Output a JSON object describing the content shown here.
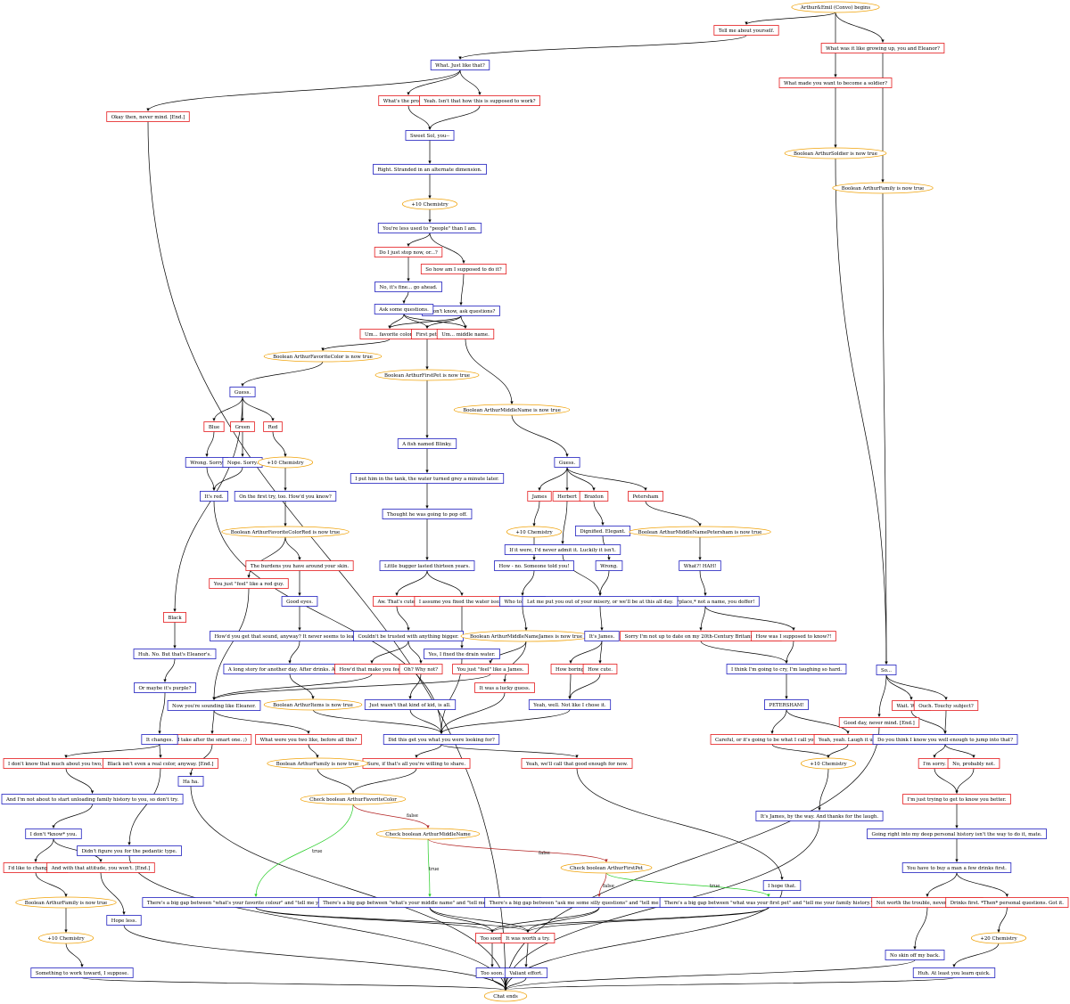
{
  "colors": {
    "player": "#e41a1c",
    "npc": "#1f1fbf",
    "event": "#f0a30a",
    "edge": "#000000",
    "edge_true": "#22cc22",
    "edge_false": "#b22222"
  },
  "nodes": [
    {
      "id": "start",
      "kind": "event",
      "text": "Arthur&Emil (Convo) begins"
    },
    {
      "id": "p_tell",
      "kind": "player",
      "text": "Tell me about yourself."
    },
    {
      "id": "p_grow",
      "kind": "player",
      "text": "What was it like growing up, you and Eleanor?"
    },
    {
      "id": "p_soldier",
      "kind": "player",
      "text": "What made you want to become a soldier?"
    },
    {
      "id": "n_what",
      "kind": "npc",
      "text": "What. Just like that?"
    },
    {
      "id": "p_problem",
      "kind": "player",
      "text": "What's the problem?"
    },
    {
      "id": "p_yeah_how",
      "kind": "player",
      "text": "Yeah. Isn't that how this is supposed to work?"
    },
    {
      "id": "p_okay_never",
      "kind": "player",
      "text": "Okay then, never mind. [End.]"
    },
    {
      "id": "n_sweet",
      "kind": "npc",
      "text": "Sweet Sol, you--"
    },
    {
      "id": "e_soldier",
      "kind": "event",
      "text": "Boolean ArthurSoldier is now true"
    },
    {
      "id": "e_family1",
      "kind": "event",
      "text": "Boolean ArthurFamily is now true"
    },
    {
      "id": "n_stranded",
      "kind": "npc",
      "text": "Right. Stranded in an alternate dimension."
    },
    {
      "id": "e_chem10a",
      "kind": "event",
      "text": "+10 Chemistry"
    },
    {
      "id": "n_less_used",
      "kind": "npc",
      "text": "You're less used to \"people\" than I am."
    },
    {
      "id": "p_just_stop",
      "kind": "player",
      "text": "Do I just stop now, or...?"
    },
    {
      "id": "p_how_am",
      "kind": "player",
      "text": "So how am I supposed to do it?"
    },
    {
      "id": "n_no_its",
      "kind": "npc",
      "text": "No, it's fine... go ahead."
    },
    {
      "id": "n_i_dont_know",
      "kind": "npc",
      "text": "I don't know, ask questions?"
    },
    {
      "id": "n_ask",
      "kind": "npc",
      "text": "Ask some questions."
    },
    {
      "id": "p_fav_color",
      "kind": "player",
      "text": "Um... favorite color?"
    },
    {
      "id": "p_first_pet",
      "kind": "player",
      "text": "First pet."
    },
    {
      "id": "p_middle",
      "kind": "player",
      "text": "Um... middle name."
    },
    {
      "id": "e_fav_color",
      "kind": "event",
      "text": "Boolean ArthurFavoriteColor is now true"
    },
    {
      "id": "e_first_pet",
      "kind": "event",
      "text": "Boolean ArthurFirstPet is now true"
    },
    {
      "id": "e_middle",
      "kind": "event",
      "text": "Boolean ArthurMiddleName is now true"
    },
    {
      "id": "n_guess1",
      "kind": "npc",
      "text": "Guess."
    },
    {
      "id": "p_blue",
      "kind": "player",
      "text": "Blue"
    },
    {
      "id": "p_green",
      "kind": "player",
      "text": "Green"
    },
    {
      "id": "p_red",
      "kind": "player",
      "text": "Red"
    },
    {
      "id": "n_wrong_sorry",
      "kind": "npc",
      "text": "Wrong. Sorry."
    },
    {
      "id": "n_nope_sorry",
      "kind": "npc",
      "text": "Nope. Sorry."
    },
    {
      "id": "e_chem10b",
      "kind": "event",
      "text": "+10 Chemistry"
    },
    {
      "id": "n_its_red",
      "kind": "npc",
      "text": "It's red."
    },
    {
      "id": "n_first_try",
      "kind": "npc",
      "text": "On the first try, too. How'd you know?"
    },
    {
      "id": "n_fish",
      "kind": "npc",
      "text": "A fish named Blinky."
    },
    {
      "id": "n_tank",
      "kind": "npc",
      "text": "I put him in the tank, the water turned grey a minute later."
    },
    {
      "id": "n_pop_off",
      "kind": "npc",
      "text": "Thought he was going to pop off."
    },
    {
      "id": "n_thirteen",
      "kind": "npc",
      "text": "Little bugger lasted thirteen years."
    },
    {
      "id": "p_aw_cute",
      "kind": "player",
      "text": "Aw. That's cute."
    },
    {
      "id": "p_assume",
      "kind": "player",
      "text": "I assume you fixed the water issue."
    },
    {
      "id": "e_colorred",
      "kind": "event",
      "text": "Boolean ArthurFavoriteColorRed is now true"
    },
    {
      "id": "p_red_guy",
      "kind": "player",
      "text": "You just \"feel\" like a red guy."
    },
    {
      "id": "p_burdens",
      "kind": "player",
      "text": "The burdens you have around your skin."
    },
    {
      "id": "n_good_eyes",
      "kind": "npc",
      "text": "Good eyes."
    },
    {
      "id": "n_how_sound",
      "kind": "npc",
      "text": "How'd you get that sound, anyway? It never seems to leave your side."
    },
    {
      "id": "n_long_story",
      "kind": "npc",
      "text": "A long story for another day. After drinks. Anyway."
    },
    {
      "id": "n_couldnt",
      "kind": "npc",
      "text": "Couldn't be trusted with anything bigger."
    },
    {
      "id": "p_how_feel",
      "kind": "player",
      "text": "How'd that make you feel?"
    },
    {
      "id": "p_oh_why",
      "kind": "player",
      "text": "Oh? Why not?"
    },
    {
      "id": "n_just_wasnt",
      "kind": "npc",
      "text": "Just wasn't that kind of kid, is all."
    },
    {
      "id": "n_fixed_drain",
      "kind": "npc",
      "text": "Yes, I fixed the drain water."
    },
    {
      "id": "e_arthur_true",
      "kind": "event",
      "text": "Boolean ArthurItems is now true"
    },
    {
      "id": "n_guess2",
      "kind": "npc",
      "text": "Guess."
    },
    {
      "id": "p_james",
      "kind": "player",
      "text": "James"
    },
    {
      "id": "p_herbert",
      "kind": "player",
      "text": "Herbert"
    },
    {
      "id": "p_braxton",
      "kind": "player",
      "text": "Braxton"
    },
    {
      "id": "p_petersham",
      "kind": "player",
      "text": "Petersham"
    },
    {
      "id": "e_chem10c",
      "kind": "event",
      "text": "+10 Chemistry"
    },
    {
      "id": "n_if_true",
      "kind": "npc",
      "text": "If it were, I'd never admit it. Luckily it isn't."
    },
    {
      "id": "n_dignified",
      "kind": "npc",
      "text": "Dignified. Elegant."
    },
    {
      "id": "n_wrong2",
      "kind": "npc",
      "text": "Wrong."
    },
    {
      "id": "e_petersham",
      "kind": "event",
      "text": "Boolean ArthurMiddleNamePetersham is now true"
    },
    {
      "id": "n_what_haw",
      "kind": "npc",
      "text": "What?! HAH!"
    },
    {
      "id": "n_place",
      "kind": "npc",
      "text": "That's a *place,* not a name, you doffer!"
    },
    {
      "id": "n_how_no",
      "kind": "npc",
      "text": "How - no. Someone told you!"
    },
    {
      "id": "n_who_told",
      "kind": "npc",
      "text": "Who told you?!"
    },
    {
      "id": "n_let_me",
      "kind": "npc",
      "text": "Let me put you out of your misery, or we'll be at this all day."
    },
    {
      "id": "p_sorry_date",
      "kind": "player",
      "text": "Sorry I'm not up to date on my 20th-Century Britannic names!"
    },
    {
      "id": "p_how_known",
      "kind": "player",
      "text": "How was I supposed to know?!"
    },
    {
      "id": "e_james",
      "kind": "event",
      "text": "Boolean ArthurMiddleNameJames is now true"
    },
    {
      "id": "n_its_james",
      "kind": "npc",
      "text": "It's James."
    },
    {
      "id": "n_think_cry",
      "kind": "npc",
      "text": "I think I'm going to cry, I'm laughing so hard."
    },
    {
      "id": "p_feel_james",
      "kind": "player",
      "text": "You just \"feel\" like a James."
    },
    {
      "id": "p_lucky",
      "kind": "player",
      "text": "It was a lucky guess."
    },
    {
      "id": "p_how_boring",
      "kind": "player",
      "text": "How boring."
    },
    {
      "id": "p_how_cute",
      "kind": "player",
      "text": "How cute."
    },
    {
      "id": "n_yeah_well",
      "kind": "npc",
      "text": "Yeah, well. Not like I chose it."
    },
    {
      "id": "n_petersham",
      "kind": "npc",
      "text": "PETERSHAM!"
    },
    {
      "id": "p_black",
      "kind": "player",
      "text": "Black"
    },
    {
      "id": "n_huh_no",
      "kind": "npc",
      "text": "Huh. No. But that's Eleanor's."
    },
    {
      "id": "n_or_purple",
      "kind": "npc",
      "text": "Or maybe it's purple?"
    },
    {
      "id": "n_sounding",
      "kind": "npc",
      "text": "Now you're sounding like Eleanor."
    },
    {
      "id": "p_smart",
      "kind": "player",
      "text": "I take after the smart one. ;)"
    },
    {
      "id": "p_what_were",
      "kind": "player",
      "text": "What were you two like, before all this?"
    },
    {
      "id": "n_did_this",
      "kind": "npc",
      "text": "Did this get you what you were looking for?"
    },
    {
      "id": "p_careful",
      "kind": "player",
      "text": "Careful, or it's going to be what I call you now."
    },
    {
      "id": "p_yeah_laugh",
      "kind": "player",
      "text": "Yeah, yeah. Laugh it up."
    },
    {
      "id": "e_chem10d",
      "kind": "event",
      "text": "+10 Chemistry"
    },
    {
      "id": "n_so",
      "kind": "npc",
      "text": "So..."
    },
    {
      "id": "p_wait_what",
      "kind": "player",
      "text": "Wait. What?"
    },
    {
      "id": "p_ouch",
      "kind": "player",
      "text": "Ouch. Touchy subject?"
    },
    {
      "id": "p_goodbye",
      "kind": "player",
      "text": "Good day, never mind. [End.]"
    },
    {
      "id": "n_do_you_think",
      "kind": "npc",
      "text": "Do you think I know you well enough to jump into that?"
    },
    {
      "id": "p_im_sorry",
      "kind": "player",
      "text": "I'm sorry."
    },
    {
      "id": "p_no_probably",
      "kind": "player",
      "text": "No, probably not."
    },
    {
      "id": "n_changes",
      "kind": "npc",
      "text": "It changes."
    },
    {
      "id": "p_dont_know_much",
      "kind": "player",
      "text": "I don't know that much about you two, actually."
    },
    {
      "id": "p_black_not",
      "kind": "player",
      "text": "Black isn't even a real color, anyway. [End.]"
    },
    {
      "id": "n_ha_ha",
      "kind": "npc",
      "text": "Ha ha."
    },
    {
      "id": "p_sure",
      "kind": "player",
      "text": "Sure, if that's all you're willing to share."
    },
    {
      "id": "p_yeah_call",
      "kind": "player",
      "text": "Yeah, we'll call that good enough for now."
    },
    {
      "id": "e_family2",
      "kind": "event",
      "text": "Boolean ArthurFamily is now true"
    },
    {
      "id": "n_and_not",
      "kind": "npc",
      "text": "And I'm not about to start unloading family history to you, so don't try."
    },
    {
      "id": "e_check_color",
      "kind": "event",
      "text": "Check boolean ArthurFavoriteColor"
    },
    {
      "id": "n_dont_know_you",
      "kind": "npc",
      "text": "I don't *know* you."
    },
    {
      "id": "n_didnt_figure",
      "kind": "npc",
      "text": "Didn't figure you for the pedantic type."
    },
    {
      "id": "e_check_middle",
      "kind": "event",
      "text": "Check boolean ArthurMiddleName"
    },
    {
      "id": "p_like_change",
      "kind": "player",
      "text": "I'd like to change that."
    },
    {
      "id": "p_attitude",
      "kind": "player",
      "text": "And with that attitude, you won't. [End.]"
    },
    {
      "id": "p_just_trying",
      "kind": "player",
      "text": "I'm just trying to get to know you better."
    },
    {
      "id": "n_going_right",
      "kind": "npc",
      "text": "Going right into my deep personal history isn't the way to do it, mate."
    },
    {
      "id": "n_its_james_thanks",
      "kind": "npc",
      "text": "It's James, by the way. And thanks for the laugh."
    },
    {
      "id": "n_buy_drinks",
      "kind": "npc",
      "text": "You have to buy a man a few drinks first."
    },
    {
      "id": "e_check_pet",
      "kind": "event",
      "text": "Check boolean ArthurFirstPet"
    },
    {
      "id": "n_hope_that",
      "kind": "npc",
      "text": "I hope that."
    },
    {
      "id": "e_family3",
      "kind": "event",
      "text": "Boolean ArthurFamily is now true"
    },
    {
      "id": "n_gap_color",
      "kind": "npc",
      "text": "There's a big gap between \"what's your favorite colour\" and \"tell me your family history.\""
    },
    {
      "id": "n_gap_middle",
      "kind": "npc",
      "text": "There's a big gap between \"what's your middle name\" and \"tell me your family history.\""
    },
    {
      "id": "n_gap_silly",
      "kind": "npc",
      "text": "There's a big gap between \"ask me some silly questions\" and \"tell me your family history.\""
    },
    {
      "id": "n_gap_pet",
      "kind": "npc",
      "text": "There's a big gap between \"what was your first pet\" and \"tell me your family history.\""
    },
    {
      "id": "n_hope_less",
      "kind": "npc",
      "text": "Hope less."
    },
    {
      "id": "p_not_worth",
      "kind": "player",
      "text": "Not worth the trouble, never mind. [End.]"
    },
    {
      "id": "p_drinks_first",
      "kind": "player",
      "text": "Drinks first. *Then* personal questions. Got it."
    },
    {
      "id": "e_chem10e",
      "kind": "event",
      "text": "+10 Chemistry"
    },
    {
      "id": "e_chem20",
      "kind": "event",
      "text": "+20 Chemistry"
    },
    {
      "id": "p_too_soon",
      "kind": "player",
      "text": "Too soon?"
    },
    {
      "id": "p_worth_try",
      "kind": "player",
      "text": "It was worth a try."
    },
    {
      "id": "n_no_skin",
      "kind": "npc",
      "text": "No skin off my back."
    },
    {
      "id": "n_something",
      "kind": "npc",
      "text": "Something to work toward, I suppose."
    },
    {
      "id": "n_too_soon",
      "kind": "npc",
      "text": "Too soon."
    },
    {
      "id": "n_valiant",
      "kind": "npc",
      "text": "Valiant effort."
    },
    {
      "id": "n_huh_least",
      "kind": "npc",
      "text": "Huh. At least you learn quick."
    },
    {
      "id": "e_end",
      "kind": "event",
      "text": "Chat ends"
    }
  ],
  "edge_labels": {
    "true": "true",
    "false": "false"
  }
}
